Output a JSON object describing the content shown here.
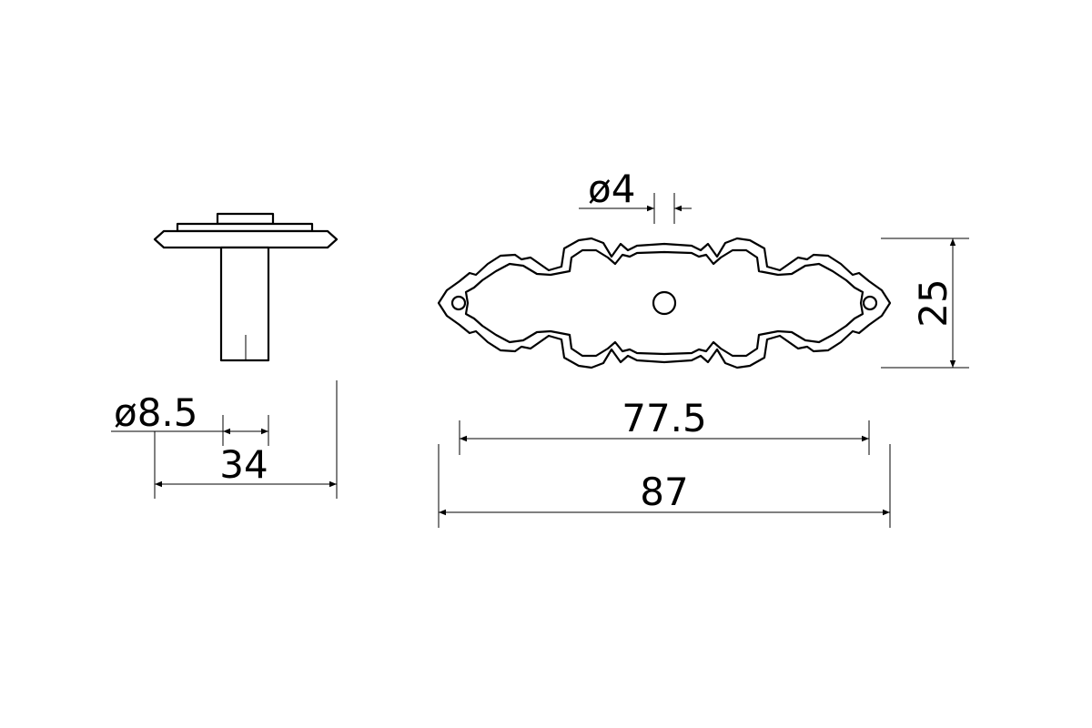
{
  "drawing": {
    "side_view": {
      "diameter_label": "ø8.5",
      "height_label": "34"
    },
    "front_view": {
      "hole_label": "ø4",
      "height_label": "25",
      "hole_spacing_label": "77.5",
      "length_label": "87"
    }
  }
}
